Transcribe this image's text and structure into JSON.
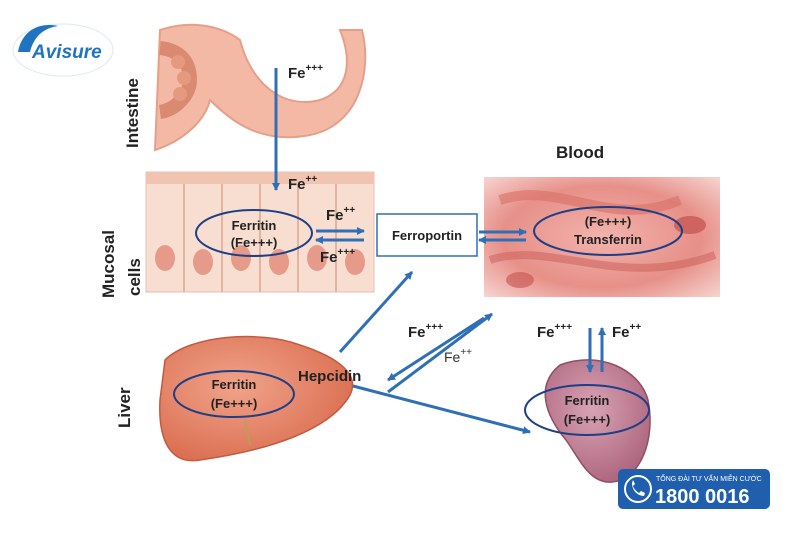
{
  "brand": {
    "name": "Avisure"
  },
  "hotline": {
    "caption": "TỔNG ĐÀI TƯ VẤN MIỄN CƯỚC",
    "number": "1800 0016"
  },
  "labels": {
    "intestine": "Intestine",
    "mucosal": "Mucosal",
    "cells": "cells",
    "liver": "Liver",
    "blood": "Blood",
    "ferroportin": "Ferroportin",
    "hepcidin": "Hepcidin",
    "ferritin": "Ferritin",
    "transferrin": "Transferrin",
    "fe": "Fe",
    "fe3_sup": "+++",
    "fe2_sup": "++",
    "fe3_paren": "(Fe+++)"
  },
  "colors": {
    "arrow": "#2f6fb5",
    "ellipse": "#1c3f86",
    "brand": "#1f74c2",
    "hotline_bg": "#1f5fae"
  }
}
